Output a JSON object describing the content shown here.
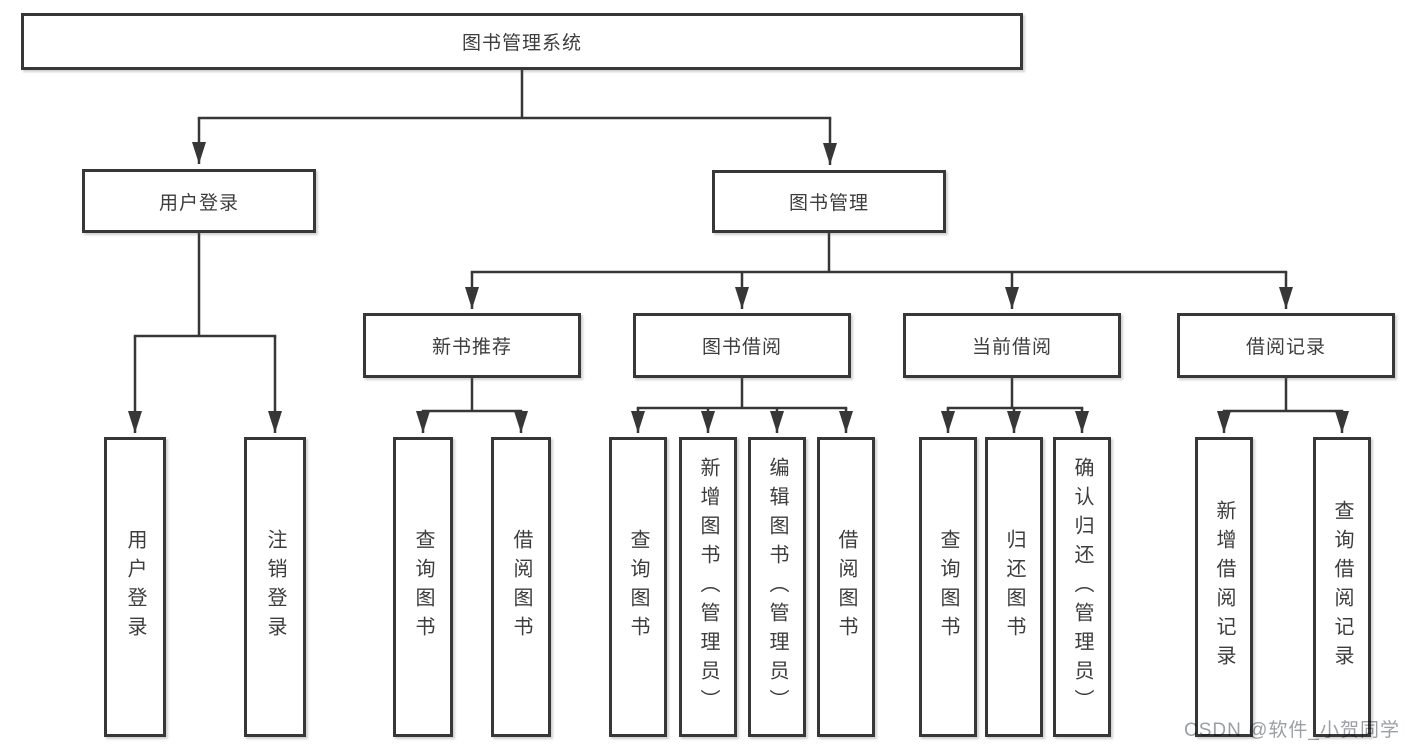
{
  "diagram": {
    "root": {
      "label": "图书管理系统"
    },
    "level2": [
      {
        "label": "用户登录"
      },
      {
        "label": "图书管理"
      }
    ],
    "level3": [
      {
        "label": "新书推荐"
      },
      {
        "label": "图书借阅"
      },
      {
        "label": "当前借阅"
      },
      {
        "label": "借阅记录"
      }
    ],
    "leaves": [
      {
        "label": "用户登录"
      },
      {
        "label": "注销登录"
      },
      {
        "label": "查询图书"
      },
      {
        "label": "借阅图书"
      },
      {
        "label": "查询图书"
      },
      {
        "label": "新增图书（管理员）"
      },
      {
        "label": "编辑图书（管理员）"
      },
      {
        "label": "借阅图书"
      },
      {
        "label": "查询图书"
      },
      {
        "label": "归还图书"
      },
      {
        "label": "确认归还（管理员）"
      },
      {
        "label": "新增借阅记录"
      },
      {
        "label": "查询借阅记录"
      }
    ],
    "watermark": "CSDN @软件_小贺同学"
  },
  "colors": {
    "line": "#373737",
    "text": "#3d3d3d",
    "watermark": "#9aa0a6",
    "background": "#ffffff"
  }
}
